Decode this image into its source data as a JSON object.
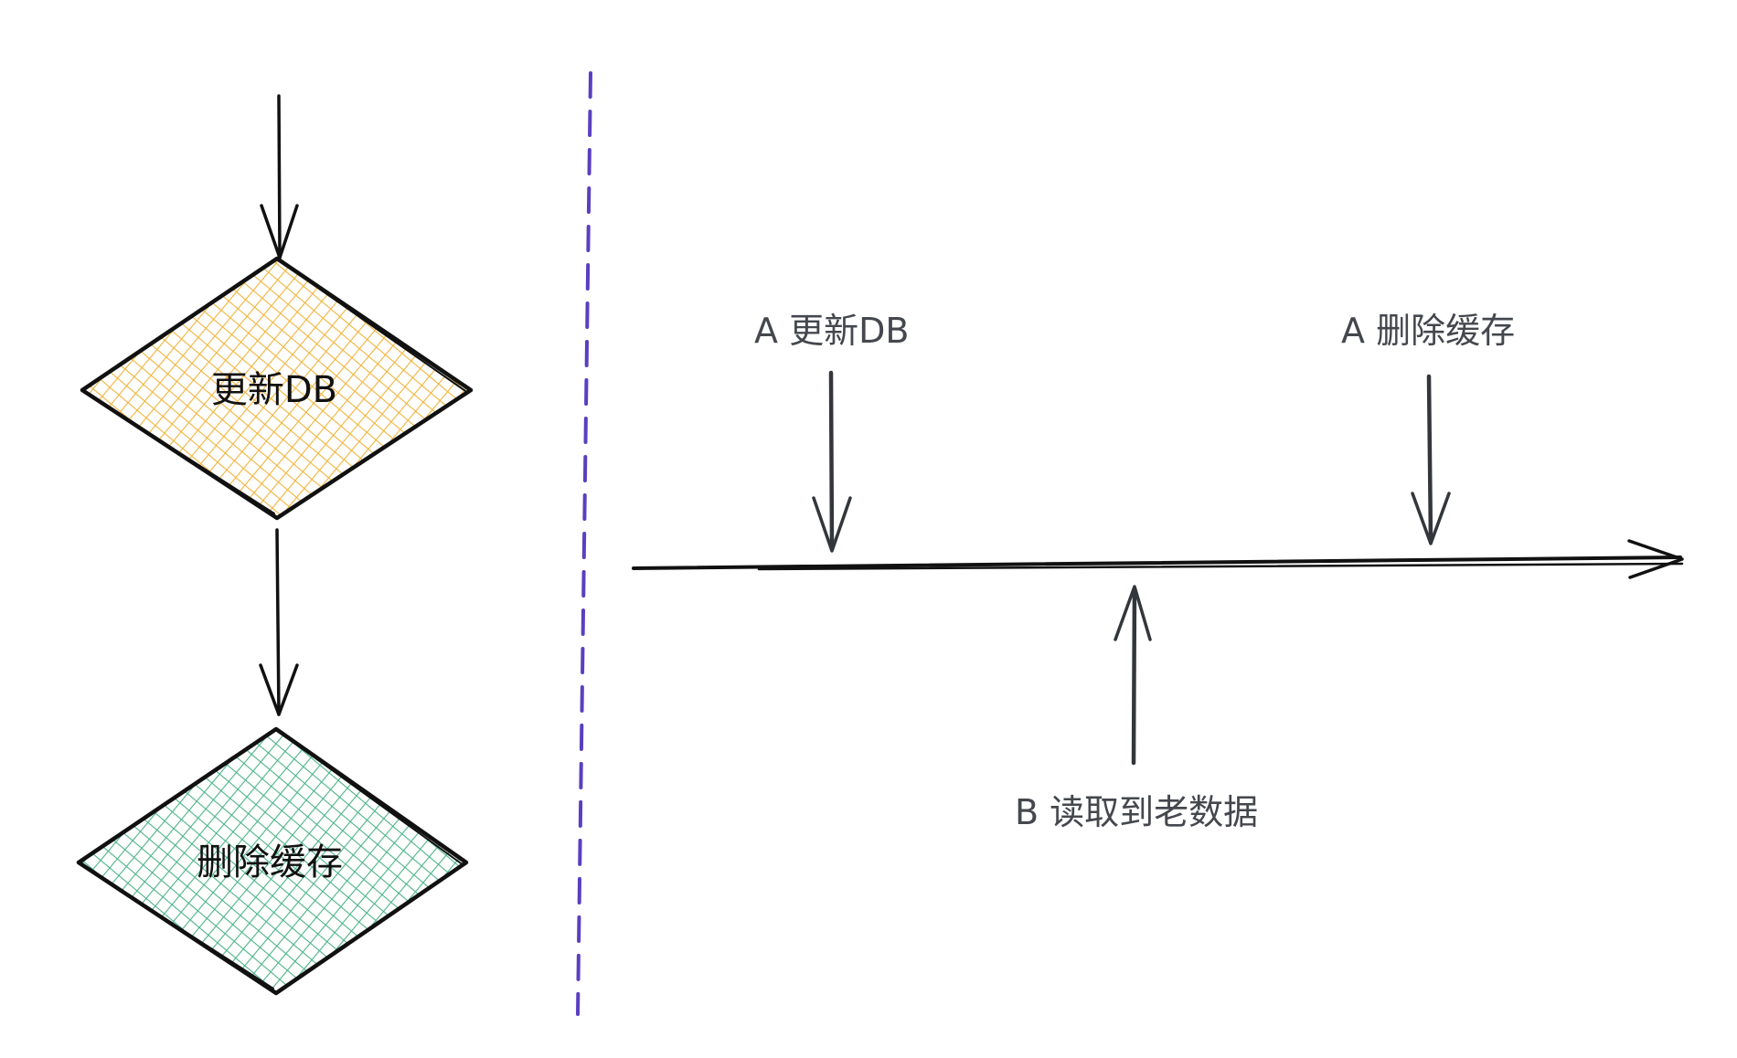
{
  "flowchart": {
    "step1_label": "更新DB",
    "step2_label": "删除缓存",
    "step1_color": "#f0b43c",
    "step2_color": "#4cb38a"
  },
  "divider": {
    "color": "#5a3fc0"
  },
  "timeline": {
    "event_a_update": "A 更新DB",
    "event_a_delete": "A 删除缓存",
    "event_b_read": "B 读取到老数据"
  }
}
